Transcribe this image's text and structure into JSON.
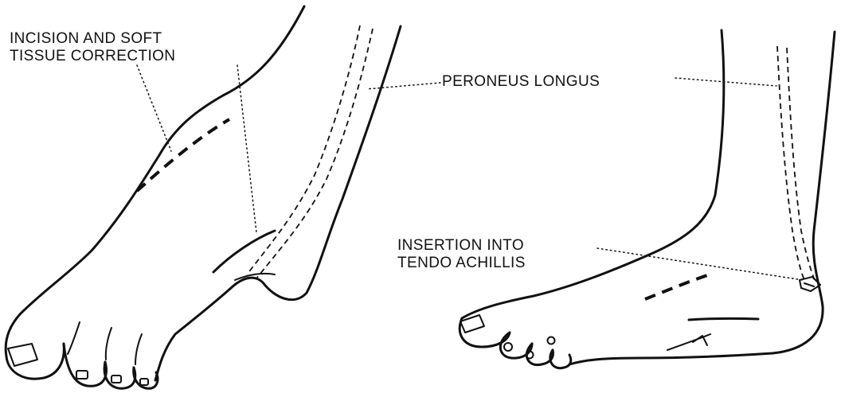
{
  "labels": {
    "incision_line1": "INCISION AND SOFT",
    "incision_line2": "TISSUE CORRECTION",
    "peroneus": "PERONEUS LONGUS",
    "insertion_line1": "INSERTION INTO",
    "insertion_line2": "TENDO ACHILLIS"
  },
  "colors": {
    "ink": "#111111",
    "paper": "#ffffff"
  }
}
